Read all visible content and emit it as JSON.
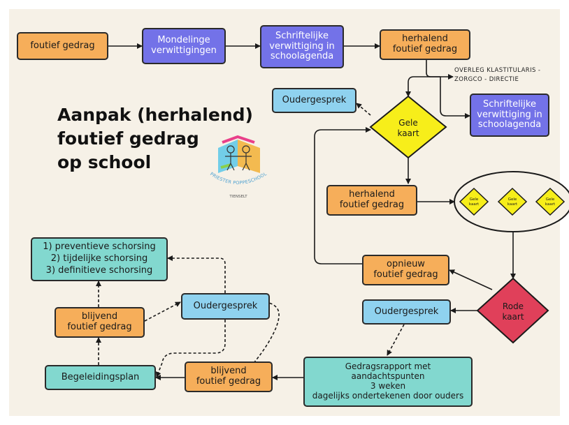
{
  "title": "Aanpak (herhalend)\nfoutief gedrag\nop school",
  "note": "OVERLEG KLASTITULARIS -\nZORGCO - DIRECTIE",
  "logo": {
    "text": "PRIESTER POPPESCHOOL",
    "subtext": "TIENSELT"
  },
  "nodes": {
    "foutief_gedrag": "foutief gedrag",
    "mondelinge": "Mondelinge\nverwittigingen",
    "schriftelijke_1": "Schriftelijke\nverwittiging in\nschoolagenda",
    "herhalend_1": "herhalend\nfoutief gedrag",
    "schriftelijke_2": "Schriftelijke\nverwittiging in\nschoolagenda",
    "oudergesprek_1": "Oudergesprek",
    "gele_kaart": "Gele\nkaart",
    "herhalend_2": "herhalend\nfoutief gedrag",
    "small_gele_kaart": "Gele\nkaart",
    "opnieuw": "opnieuw\nfoutief gedrag",
    "rode_kaart": "Rode\nkaart",
    "oudergesprek_2": "Oudergesprek",
    "gedragsrapport": "Gedragsrapport met\naandachtspunten\n3 weken\ndagelijks ondertekenen door ouders",
    "schorsing": "1) preventieve schorsing\n2) tijdelijke schorsing\n3) definitieve schorsing",
    "oudergesprek_3": "Oudergesprek",
    "blijvend_1": "blijvend\nfoutief gedrag",
    "blijvend_2": "blijvend\nfoutief gedrag",
    "begeleidingsplan": "Begeleidingsplan"
  },
  "colors": {
    "background": "#f6f1e7",
    "orange": "#f6ae5a",
    "purple": "#7372e8",
    "blue": "#8fd2ef",
    "teal": "#82d8cf",
    "yellow": "#f7ee1a",
    "red": "#e0405a"
  }
}
